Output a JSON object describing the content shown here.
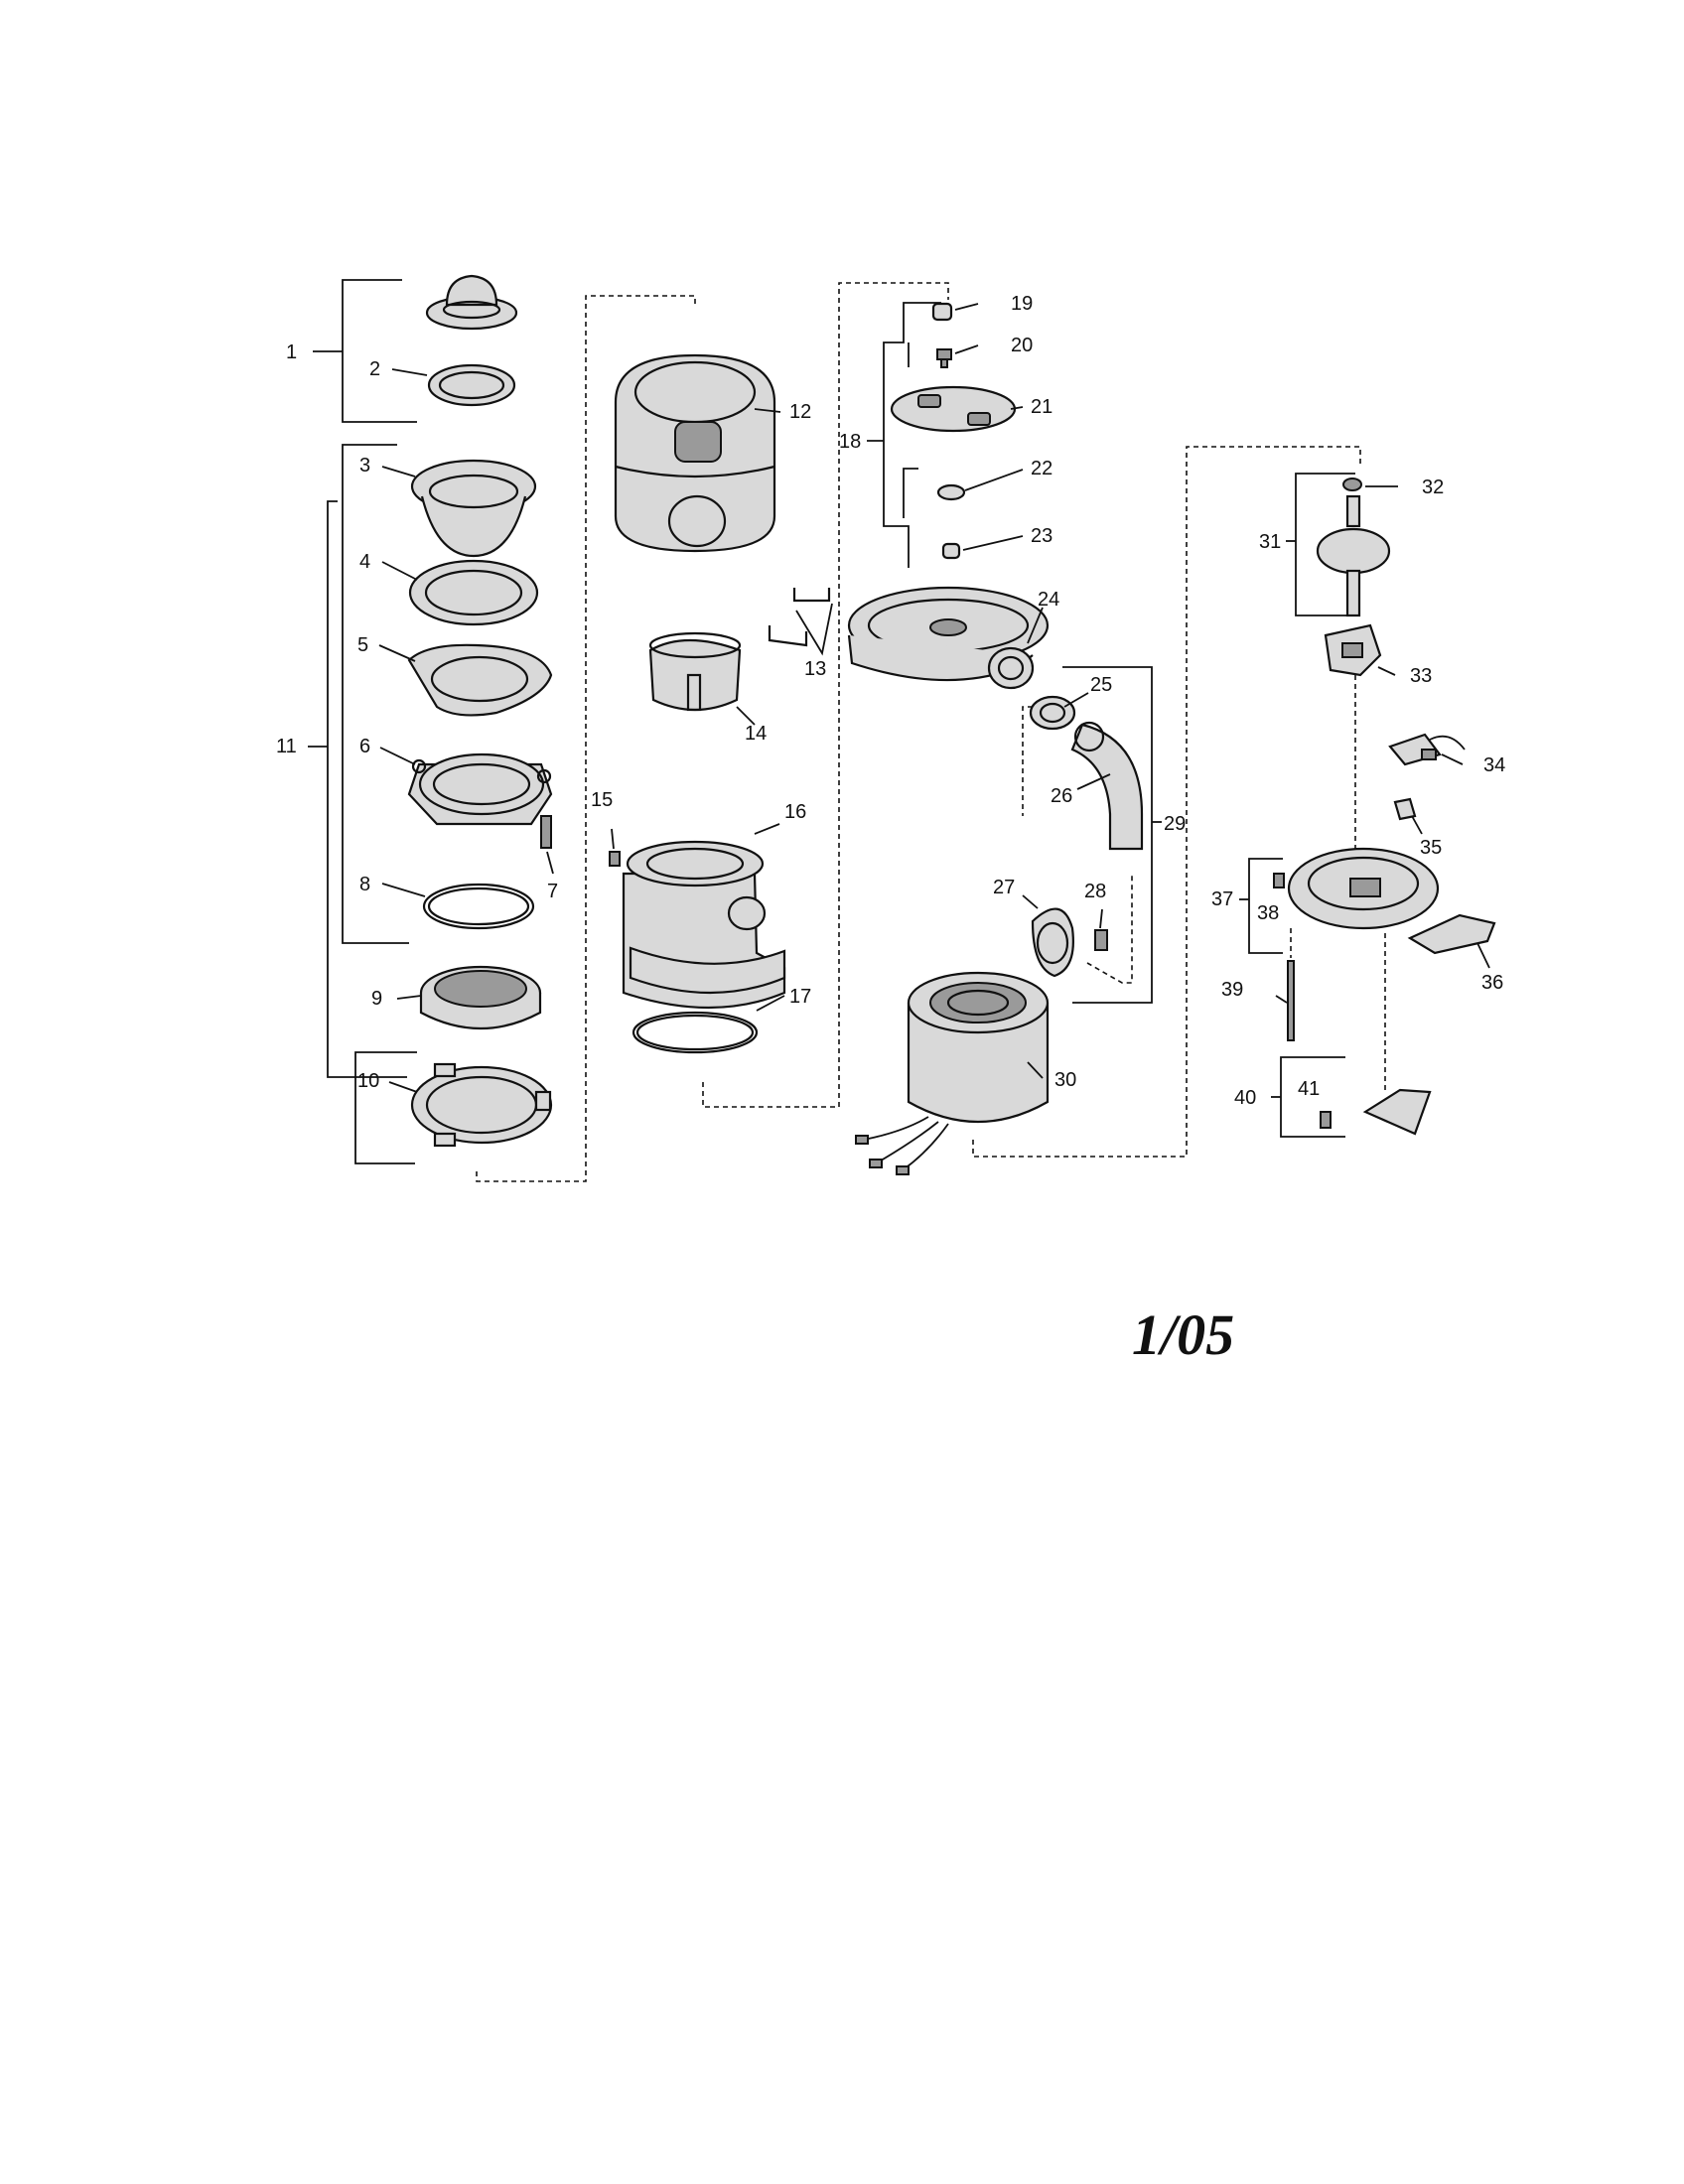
{
  "diagram": {
    "callouts": [
      {
        "id": "1",
        "text": "1"
      },
      {
        "id": "2",
        "text": "2"
      },
      {
        "id": "3",
        "text": "3"
      },
      {
        "id": "4",
        "text": "4"
      },
      {
        "id": "5",
        "text": "5"
      },
      {
        "id": "6",
        "text": "6"
      },
      {
        "id": "7",
        "text": "7"
      },
      {
        "id": "8",
        "text": "8"
      },
      {
        "id": "9",
        "text": "9"
      },
      {
        "id": "10",
        "text": "10"
      },
      {
        "id": "11",
        "text": "11"
      },
      {
        "id": "12",
        "text": "12"
      },
      {
        "id": "13",
        "text": "13"
      },
      {
        "id": "14",
        "text": "14"
      },
      {
        "id": "15",
        "text": "15"
      },
      {
        "id": "16",
        "text": "16"
      },
      {
        "id": "17",
        "text": "17"
      },
      {
        "id": "18",
        "text": "18"
      },
      {
        "id": "19",
        "text": "19"
      },
      {
        "id": "20",
        "text": "20"
      },
      {
        "id": "21",
        "text": "21"
      },
      {
        "id": "22",
        "text": "22"
      },
      {
        "id": "23",
        "text": "23"
      },
      {
        "id": "24",
        "text": "24"
      },
      {
        "id": "25",
        "text": "25"
      },
      {
        "id": "26",
        "text": "26"
      },
      {
        "id": "27",
        "text": "27"
      },
      {
        "id": "28",
        "text": "28"
      },
      {
        "id": "29",
        "text": "29"
      },
      {
        "id": "30",
        "text": "30"
      },
      {
        "id": "31",
        "text": "31"
      },
      {
        "id": "32",
        "text": "32"
      },
      {
        "id": "33",
        "text": "33"
      },
      {
        "id": "34",
        "text": "34"
      },
      {
        "id": "35",
        "text": "35"
      },
      {
        "id": "36",
        "text": "36"
      },
      {
        "id": "37",
        "text": "37"
      },
      {
        "id": "38",
        "text": "38"
      },
      {
        "id": "39",
        "text": "39"
      },
      {
        "id": "40",
        "text": "40"
      },
      {
        "id": "41",
        "text": "41"
      }
    ],
    "date_stamp": "1/05"
  }
}
